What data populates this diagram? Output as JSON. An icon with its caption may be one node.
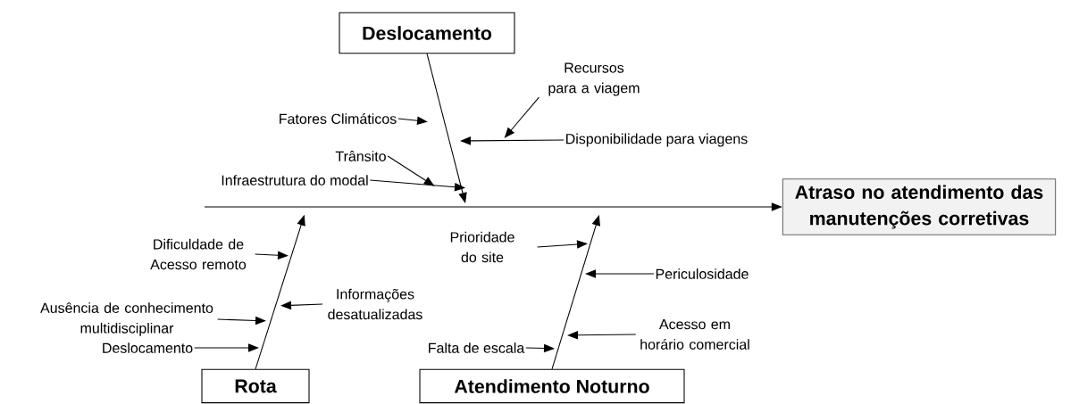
{
  "diagram": {
    "nodes": [
      {
        "text": [
          "Deslocamento"
        ]
      },
      {
        "text": [
          "Recursos para a viagem"
        ]
      },
      {
        "text": [
          "Fatores Climáticos"
        ]
      },
      {
        "text": [
          "Disponibilidade para viagens"
        ]
      },
      {
        "text": [
          "Trânsito"
        ]
      },
      {
        "text": [
          "Infraestrutura do modal"
        ]
      },
      {
        "text": [
          "Atraso no atendimento das manutenções corretivas"
        ]
      },
      {
        "text": [
          "Prioridade do site"
        ]
      },
      {
        "text": [
          "Dificuldade de Acesso remoto"
        ]
      },
      {
        "text": [
          "Periculosidade"
        ]
      },
      {
        "text": [
          "Informações desatualizadas"
        ]
      },
      {
        "text": [
          "Ausência de conhecimento multidisciplinar"
        ]
      },
      {
        "text": [
          "Acesso em horário comercial"
        ]
      },
      {
        "text": [
          "Falta de escala"
        ]
      },
      {
        "text": [
          "Deslocamento"
        ]
      },
      {
        "text": [
          "Rota"
        ]
      },
      {
        "text": [
          "Atendimento Noturno"
        ]
      }
    ],
    "edges": [
      {
        "from": null,
        "to": 6,
        "arrow": "to"
      },
      {
        "from": 0,
        "to": null,
        "arrow": "to"
      },
      {
        "from": 15,
        "to": null,
        "arrow": "to"
      },
      {
        "from": 16,
        "to": null,
        "arrow": "to"
      },
      {
        "from": 1,
        "to": null,
        "arrow": "to"
      },
      {
        "from": 2,
        "to": null,
        "arrow": "to"
      },
      {
        "from": 3,
        "to": null,
        "arrow": "to"
      },
      {
        "from": 4,
        "to": null,
        "arrow": "to"
      },
      {
        "from": 5,
        "to": null,
        "arrow": "to"
      },
      {
        "from": 7,
        "to": null,
        "arrow": "to"
      },
      {
        "from": 8,
        "to": null,
        "arrow": "to"
      },
      {
        "from": 9,
        "to": null,
        "arrow": "to"
      },
      {
        "from": 10,
        "to": null,
        "arrow": "to"
      },
      {
        "from": 11,
        "to": null,
        "arrow": "to"
      },
      {
        "from": 12,
        "to": null,
        "arrow": "to"
      },
      {
        "from": 13,
        "to": null,
        "arrow": "to"
      },
      {
        "from": 14,
        "to": null,
        "arrow": "to"
      }
    ]
  }
}
